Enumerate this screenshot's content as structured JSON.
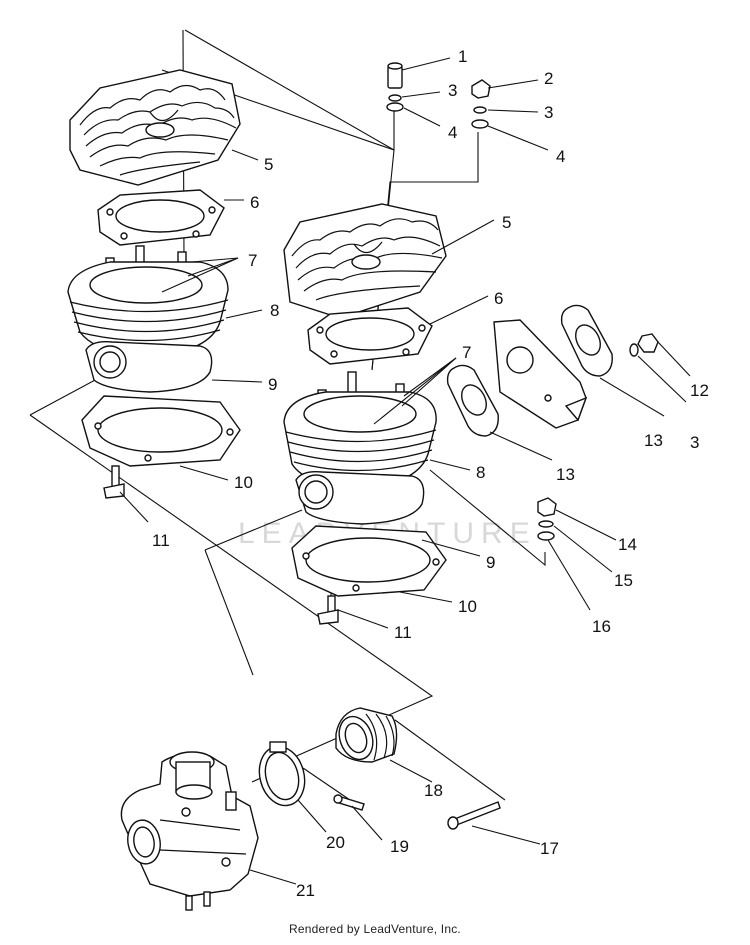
{
  "diagram": {
    "watermark": "LEADVENTURE",
    "footer": "Rendered by LeadVenture, Inc.",
    "callouts": [
      {
        "id": "c1",
        "text": "1"
      },
      {
        "id": "c2",
        "text": "2"
      },
      {
        "id": "c3a",
        "text": "3"
      },
      {
        "id": "c3b",
        "text": "3"
      },
      {
        "id": "c4a",
        "text": "4"
      },
      {
        "id": "c4b",
        "text": "4"
      },
      {
        "id": "c5a",
        "text": "5"
      },
      {
        "id": "c5b",
        "text": "5"
      },
      {
        "id": "c6a",
        "text": "6"
      },
      {
        "id": "c6b",
        "text": "6"
      },
      {
        "id": "c7a",
        "text": "7"
      },
      {
        "id": "c7b",
        "text": "7"
      },
      {
        "id": "c8a",
        "text": "8"
      },
      {
        "id": "c8b",
        "text": "8"
      },
      {
        "id": "c9a",
        "text": "9"
      },
      {
        "id": "c9b",
        "text": "9"
      },
      {
        "id": "c10a",
        "text": "10"
      },
      {
        "id": "c10b",
        "text": "10"
      },
      {
        "id": "c11a",
        "text": "11"
      },
      {
        "id": "c11b",
        "text": "11"
      },
      {
        "id": "c12",
        "text": "12"
      },
      {
        "id": "c3c",
        "text": "3"
      },
      {
        "id": "c13a",
        "text": "13"
      },
      {
        "id": "c13b",
        "text": "13"
      },
      {
        "id": "c14",
        "text": "14"
      },
      {
        "id": "c15",
        "text": "15"
      },
      {
        "id": "c16",
        "text": "16"
      },
      {
        "id": "c17",
        "text": "17"
      },
      {
        "id": "c18",
        "text": "18"
      },
      {
        "id": "c19",
        "text": "19"
      },
      {
        "id": "c20",
        "text": "20"
      },
      {
        "id": "c21",
        "text": "21"
      }
    ]
  }
}
